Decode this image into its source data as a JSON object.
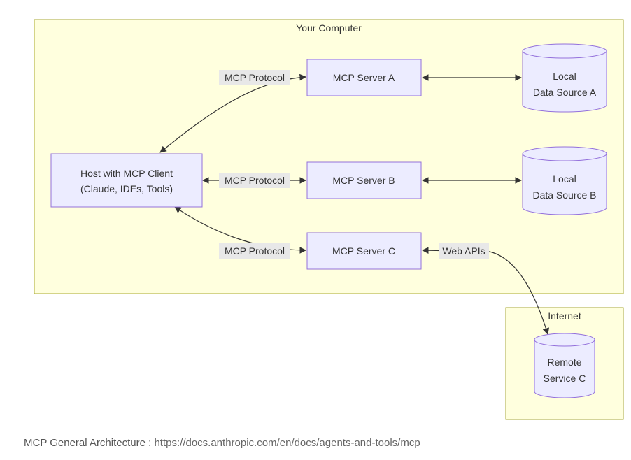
{
  "diagram": {
    "groups": {
      "computer": {
        "label": "Your Computer"
      },
      "internet": {
        "label": "Internet"
      }
    },
    "host": {
      "line1": "Host with MCP Client",
      "line2": "(Claude, IDEs, Tools)"
    },
    "servers": {
      "a": {
        "label": "MCP Server A"
      },
      "b": {
        "label": "MCP Server B"
      },
      "c": {
        "label": "MCP Server C"
      }
    },
    "datasources": {
      "a": {
        "line1": "Local",
        "line2": "Data Source A"
      },
      "b": {
        "line1": "Local",
        "line2": "Data Source B"
      },
      "remote": {
        "line1": "Remote",
        "line2": "Service C"
      }
    },
    "edge_labels": {
      "protocol_a": "MCP Protocol",
      "protocol_b": "MCP Protocol",
      "protocol_c": "MCP Protocol",
      "web_apis": "Web APIs"
    },
    "colors": {
      "group_fill": "#ffffde",
      "group_stroke": "#aaaa33",
      "node_fill": "#ececff",
      "node_stroke": "#9370db",
      "edge": "#333333",
      "edge_label_bg": "#e8e8e8"
    }
  },
  "caption": {
    "prefix": "MCP General Architecture : ",
    "link": "https://docs.anthropic.com/en/docs/agents-and-tools/mcp"
  }
}
